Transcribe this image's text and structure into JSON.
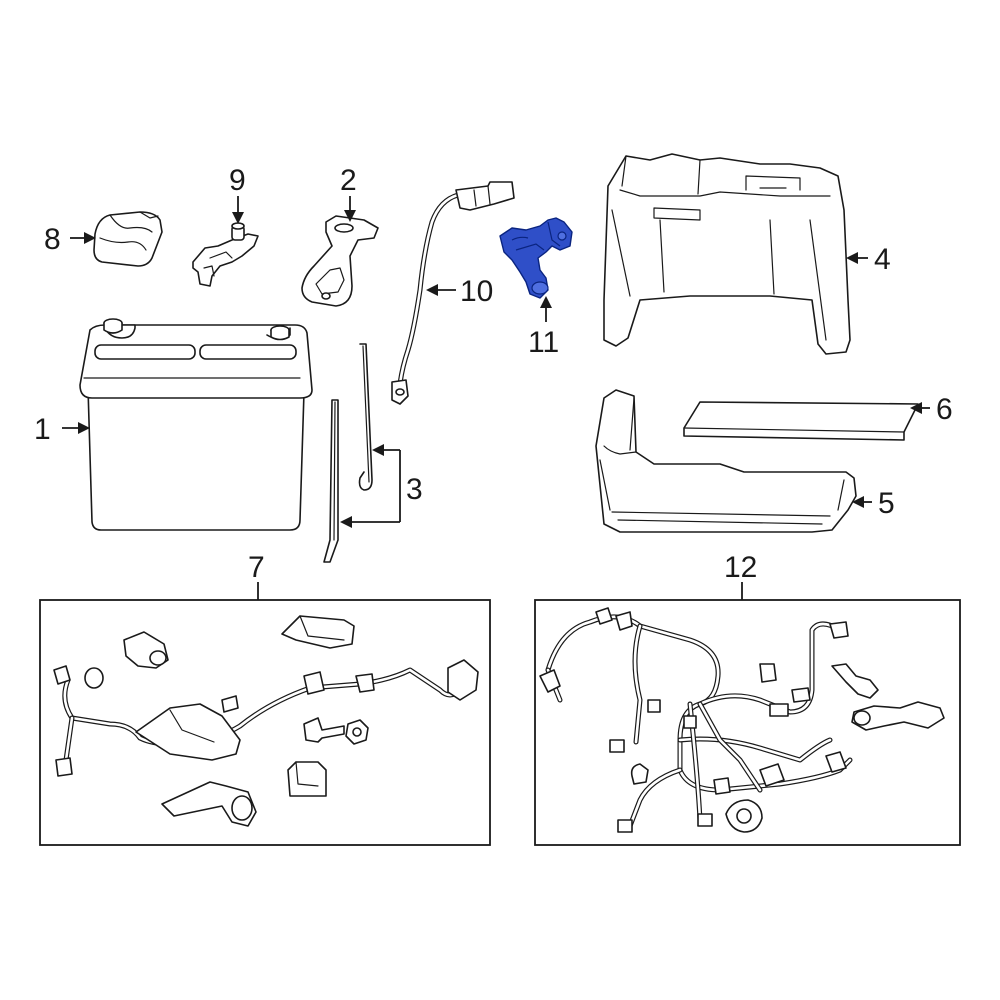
{
  "diagram": {
    "highlight_color": "#2f4fc8",
    "line_color": "#1a1a1a",
    "background_color": "#ffffff",
    "callouts": [
      {
        "id": "battery",
        "label": "1"
      },
      {
        "id": "hold-down-bracket",
        "label": "2"
      },
      {
        "id": "hold-down-rods",
        "label": "3"
      },
      {
        "id": "battery-cover",
        "label": "4"
      },
      {
        "id": "battery-tray",
        "label": "5"
      },
      {
        "id": "insulator-pad",
        "label": "6"
      },
      {
        "id": "cable-harness-group",
        "label": "7"
      },
      {
        "id": "terminal-cap",
        "label": "8"
      },
      {
        "id": "positive-terminal",
        "label": "9"
      },
      {
        "id": "negative-cable",
        "label": "10"
      },
      {
        "id": "battery-sensor",
        "label": "11"
      },
      {
        "id": "engine-harness-group",
        "label": "12"
      }
    ]
  }
}
